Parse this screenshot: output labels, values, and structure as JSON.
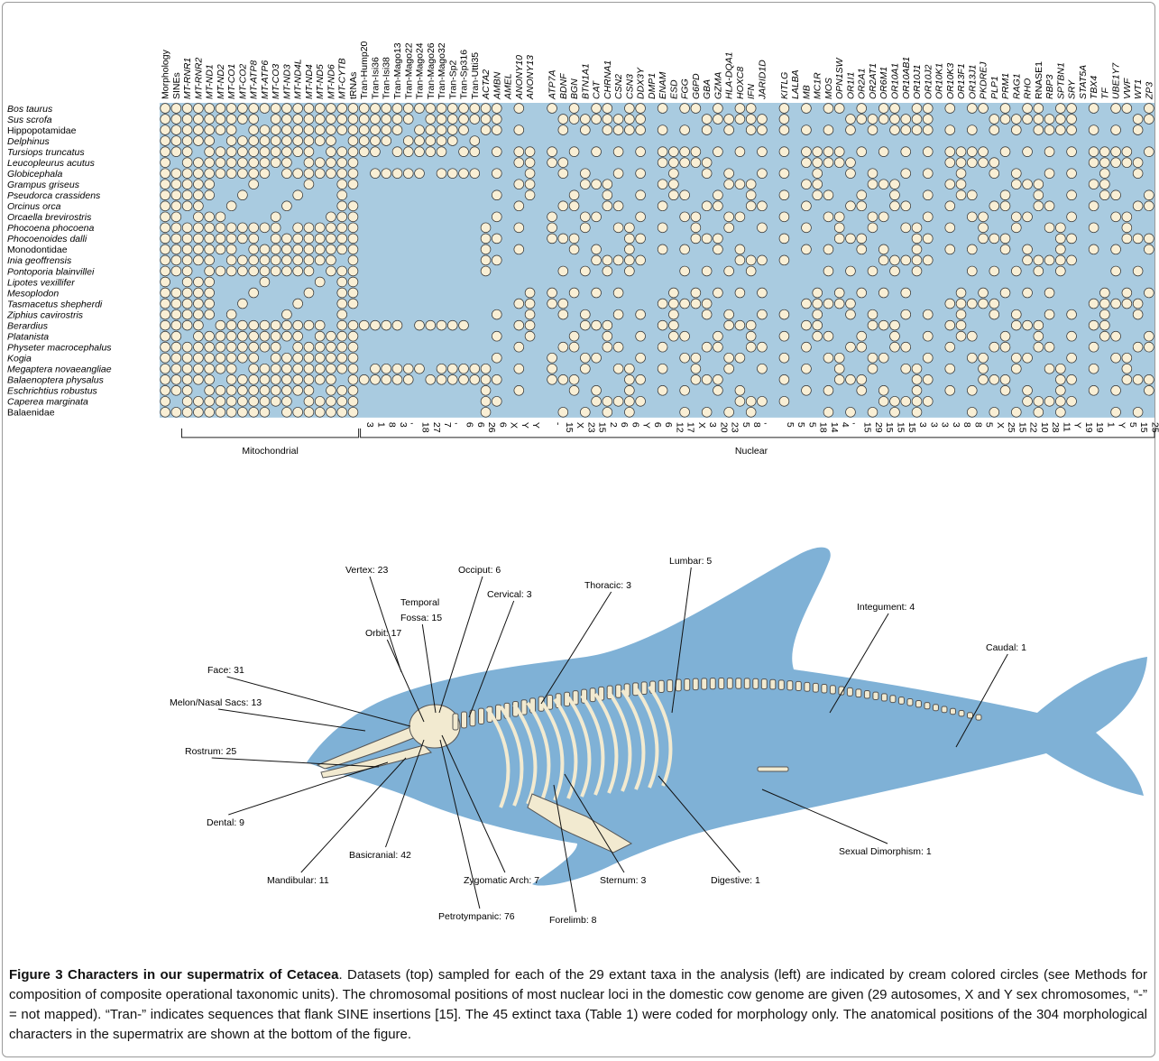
{
  "figure": {
    "caption_title": "Figure 3 Characters in our supermatrix of Cetacea",
    "caption_text": ". Datasets (top) sampled for each of the 29 extant taxa in the analysis (left) are indicated by cream colored circles (see Methods for composition of composite operational taxonomic units). The chromosomal positions of most nuclear loci in the domestic cow genome are given (29 autosomes, X and Y sex chromosomes, “-” = not mapped). “Tran-” indicates sequences that flank SINE insertions [15]. The 45 extinct taxa (Table 1) were coded for morphology only. The anatomical positions of the 304 morphological characters in the supermatrix are shown at the bottom of the figure."
  },
  "colors": {
    "matrix_bg": "#a9cbe0",
    "circle_fill": "#f9efd5",
    "circle_stroke": "#333333",
    "dolphin_body": "#7fb1d6",
    "dolphin_dark": "#5f98c4",
    "skeleton_fill": "#f2ead0",
    "skeleton_stroke": "#555555",
    "frame": "#9a9a9a"
  },
  "matrix": {
    "taxa": [
      {
        "name": "Bos taurus",
        "italic": true
      },
      {
        "name": "Sus scrofa",
        "italic": true
      },
      {
        "name": "Hippopotamidae",
        "italic": false
      },
      {
        "name": "Delphinus",
        "italic": true
      },
      {
        "name": "Tursiops truncatus",
        "italic": true
      },
      {
        "name": "Leucopleurus acutus",
        "italic": true
      },
      {
        "name": "Globicephala",
        "italic": true
      },
      {
        "name": "Grampus griseus",
        "italic": true
      },
      {
        "name": "Pseudorca crassidens",
        "italic": true
      },
      {
        "name": "Orcinus orca",
        "italic": true
      },
      {
        "name": "Orcaella brevirostris",
        "italic": true
      },
      {
        "name": "Phocoena phocoena",
        "italic": true
      },
      {
        "name": "Phocoenoides dalli",
        "italic": true
      },
      {
        "name": "Monodontidae",
        "italic": false
      },
      {
        "name": "Inia geoffrensis",
        "italic": true
      },
      {
        "name": "Pontoporia blainvillei",
        "italic": true
      },
      {
        "name": "Lipotes vexillifer",
        "italic": true
      },
      {
        "name": "Mesoplodon",
        "italic": true
      },
      {
        "name": "Tasmacetus shepherdi",
        "italic": true
      },
      {
        "name": "Ziphius cavirostris",
        "italic": true
      },
      {
        "name": "Berardius",
        "italic": true
      },
      {
        "name": "Platanista",
        "italic": true
      },
      {
        "name": "Physeter macrocephalus",
        "italic": true
      },
      {
        "name": "Kogia",
        "italic": true
      },
      {
        "name": "Megaptera novaeangliae",
        "italic": true
      },
      {
        "name": "Balaenoptera physalus",
        "italic": true
      },
      {
        "name": "Eschrichtius robustus",
        "italic": true
      },
      {
        "name": "Caperea marginata",
        "italic": true
      },
      {
        "name": "Balaenidae",
        "italic": false
      }
    ],
    "columns": [
      {
        "name": "Morphology",
        "italic": false,
        "chrom": ""
      },
      {
        "name": "SINEs",
        "italic": false,
        "chrom": ""
      },
      {
        "name": "MT-RNR1",
        "italic": true,
        "chrom": ""
      },
      {
        "name": "MT-RNR2",
        "italic": true,
        "chrom": ""
      },
      {
        "name": "MT-ND1",
        "italic": true,
        "chrom": ""
      },
      {
        "name": "MT-ND2",
        "italic": true,
        "chrom": ""
      },
      {
        "name": "MT-CO1",
        "italic": true,
        "chrom": ""
      },
      {
        "name": "MT-CO2",
        "italic": true,
        "chrom": ""
      },
      {
        "name": "MT-ATP8",
        "italic": true,
        "chrom": ""
      },
      {
        "name": "MT-ATP6",
        "italic": true,
        "chrom": ""
      },
      {
        "name": "MT-CO3",
        "italic": true,
        "chrom": ""
      },
      {
        "name": "MT-ND3",
        "italic": true,
        "chrom": ""
      },
      {
        "name": "MT-ND4L",
        "italic": true,
        "chrom": ""
      },
      {
        "name": "MT-ND4",
        "italic": true,
        "chrom": ""
      },
      {
        "name": "MT-ND5",
        "italic": true,
        "chrom": ""
      },
      {
        "name": "MT-ND6",
        "italic": true,
        "chrom": ""
      },
      {
        "name": "MT-CYTB",
        "italic": true,
        "chrom": ""
      },
      {
        "name": "tRNAs",
        "italic": false,
        "chrom": ""
      },
      {
        "name": "Tran-Hump20",
        "italic": false,
        "chrom": "3"
      },
      {
        "name": "Tran-Isi36",
        "italic": false,
        "chrom": "1"
      },
      {
        "name": "Tran-Isi38",
        "italic": false,
        "chrom": "8"
      },
      {
        "name": "Tran-Mago13",
        "italic": false,
        "chrom": "3"
      },
      {
        "name": "Tran-Mago22",
        "italic": false,
        "chrom": ","
      },
      {
        "name": "Tran-Mago24",
        "italic": false,
        "chrom": "18"
      },
      {
        "name": "Tran-Mago26",
        "italic": false,
        "chrom": "27"
      },
      {
        "name": "Tran-Mago32",
        "italic": false,
        "chrom": "7"
      },
      {
        "name": "Tran-Sp2",
        "italic": false,
        "chrom": ","
      },
      {
        "name": "Tran-Sp316",
        "italic": false,
        "chrom": "6"
      },
      {
        "name": "Tran-Utti35",
        "italic": false,
        "chrom": "6"
      },
      {
        "name": "ACTA2",
        "italic": true,
        "chrom": "26"
      },
      {
        "name": "AMBN",
        "italic": true,
        "chrom": "6"
      },
      {
        "name": "AMEL",
        "italic": true,
        "chrom": "X"
      },
      {
        "name": "ANONY10",
        "italic": true,
        "chrom": "Y"
      },
      {
        "name": "ANONY13",
        "italic": true,
        "chrom": "Y"
      },
      {
        "name": "",
        "italic": false,
        "chrom": ""
      },
      {
        "name": "ATP7A",
        "italic": true,
        "chrom": "-"
      },
      {
        "name": "BDNF",
        "italic": true,
        "chrom": "15"
      },
      {
        "name": "BGN",
        "italic": true,
        "chrom": "X"
      },
      {
        "name": "BTN1A1",
        "italic": true,
        "chrom": "23"
      },
      {
        "name": "CAT",
        "italic": true,
        "chrom": "15"
      },
      {
        "name": "CHRNA1",
        "italic": true,
        "chrom": "2"
      },
      {
        "name": "CSN2",
        "italic": true,
        "chrom": "6"
      },
      {
        "name": "CSN3",
        "italic": true,
        "chrom": "6"
      },
      {
        "name": "DDX3Y",
        "italic": true,
        "chrom": "Y"
      },
      {
        "name": "DMP1",
        "italic": true,
        "chrom": "6"
      },
      {
        "name": "ENAM",
        "italic": true,
        "chrom": "6"
      },
      {
        "name": "ESD",
        "italic": true,
        "chrom": "12"
      },
      {
        "name": "FGG",
        "italic": true,
        "chrom": "17"
      },
      {
        "name": "G6PD",
        "italic": true,
        "chrom": "X"
      },
      {
        "name": "GBA",
        "italic": true,
        "chrom": "3"
      },
      {
        "name": "GZMA",
        "italic": true,
        "chrom": "20"
      },
      {
        "name": "HLA-DQA1",
        "italic": true,
        "chrom": "23"
      },
      {
        "name": "HOXC8",
        "italic": true,
        "chrom": "5"
      },
      {
        "name": "IFN",
        "italic": true,
        "chrom": "8"
      },
      {
        "name": "JARID1D",
        "italic": true,
        "chrom": ","
      },
      {
        "name": "",
        "italic": false,
        "chrom": ""
      },
      {
        "name": "KITLG",
        "italic": true,
        "chrom": "5"
      },
      {
        "name": "LALBA",
        "italic": true,
        "chrom": "5"
      },
      {
        "name": "MB",
        "italic": true,
        "chrom": "5"
      },
      {
        "name": "MC1R",
        "italic": true,
        "chrom": "18"
      },
      {
        "name": "MOS",
        "italic": true,
        "chrom": "14"
      },
      {
        "name": "OPN1SW",
        "italic": true,
        "chrom": "4"
      },
      {
        "name": "OR1I1",
        "italic": true,
        "chrom": ","
      },
      {
        "name": "OR2A1",
        "italic": true,
        "chrom": "15"
      },
      {
        "name": "OR2AT1",
        "italic": true,
        "chrom": "29"
      },
      {
        "name": "OR6M1",
        "italic": true,
        "chrom": "15"
      },
      {
        "name": "OR10A1",
        "italic": true,
        "chrom": "15"
      },
      {
        "name": "OR10AB1",
        "italic": true,
        "chrom": "15"
      },
      {
        "name": "OR10J1",
        "italic": true,
        "chrom": "3"
      },
      {
        "name": "OR10J2",
        "italic": true,
        "chrom": "3"
      },
      {
        "name": "OR10K1",
        "italic": true,
        "chrom": "3"
      },
      {
        "name": "OR10K3",
        "italic": true,
        "chrom": "3"
      },
      {
        "name": "OR13F1",
        "italic": true,
        "chrom": "8"
      },
      {
        "name": "OR13J1",
        "italic": true,
        "chrom": "8"
      },
      {
        "name": "PKDREJ",
        "italic": true,
        "chrom": "5"
      },
      {
        "name": "PLP1",
        "italic": true,
        "chrom": "X"
      },
      {
        "name": "PRM1",
        "italic": true,
        "chrom": "25"
      },
      {
        "name": "RAG1",
        "italic": true,
        "chrom": "15"
      },
      {
        "name": "RHO",
        "italic": true,
        "chrom": "22"
      },
      {
        "name": "RNASE1",
        "italic": false,
        "chrom": "10"
      },
      {
        "name": "RBP3",
        "italic": true,
        "chrom": "28"
      },
      {
        "name": "SPTBN1",
        "italic": true,
        "chrom": "11"
      },
      {
        "name": "SRY",
        "italic": true,
        "chrom": "Y"
      },
      {
        "name": "STAT5A",
        "italic": true,
        "chrom": "19"
      },
      {
        "name": "TBX4",
        "italic": true,
        "chrom": "19"
      },
      {
        "name": "TF",
        "italic": true,
        "chrom": "1"
      },
      {
        "name": "UBE1Y7",
        "italic": true,
        "chrom": "Y"
      },
      {
        "name": "VWF",
        "italic": true,
        "chrom": "5"
      },
      {
        "name": "WT1",
        "italic": true,
        "chrom": "15"
      },
      {
        "name": "ZP3",
        "italic": true,
        "chrom": "25"
      }
    ],
    "groups": [
      {
        "label": "Mitochondrial"
      },
      {
        "label": "Nuclear"
      }
    ]
  },
  "anatomy_labels": [
    {
      "text": "Vertex: 23"
    },
    {
      "text": "Occiput: 6"
    },
    {
      "text": "Temporal"
    },
    {
      "text": "Fossa: 15"
    },
    {
      "text": "Cervical: 3"
    },
    {
      "text": "Thoracic: 3"
    },
    {
      "text": "Lumbar: 5"
    },
    {
      "text": "Integument: 4"
    },
    {
      "text": "Caudal: 1"
    },
    {
      "text": "Orbit: 17"
    },
    {
      "text": "Face: 31"
    },
    {
      "text": "Melon/Nasal Sacs: 13"
    },
    {
      "text": "Rostrum: 25"
    },
    {
      "text": "Dental: 9"
    },
    {
      "text": "Mandibular: 11"
    },
    {
      "text": "Basicranial: 42"
    },
    {
      "text": "Zygomatic Arch: 7"
    },
    {
      "text": "Petrotympanic: 76"
    },
    {
      "text": "Forelimb: 8"
    },
    {
      "text": "Sternum: 3"
    },
    {
      "text": "Digestive: 1"
    },
    {
      "text": "Sexual Dimorphism: 1"
    }
  ]
}
